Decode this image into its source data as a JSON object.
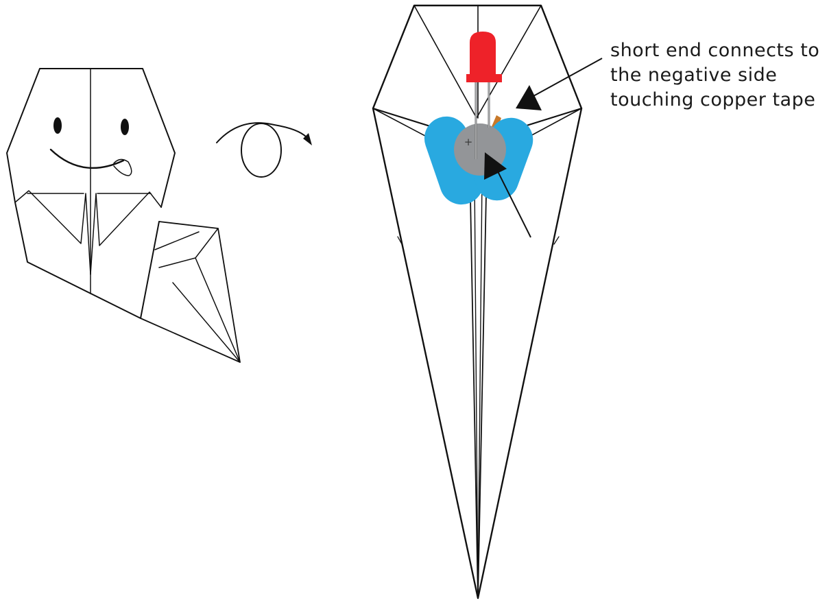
{
  "annotation": {
    "lines": [
      "short end connects to",
      "the negative side",
      "touching copper tape"
    ]
  },
  "battery": {
    "polarity_symbol": "+"
  },
  "colors": {
    "led": "#ee2229",
    "tape": "#29a9e0",
    "battery": "#939598",
    "copper": "#c8792a",
    "ink": "#111111"
  },
  "icons": [
    "ghost-origami",
    "flip-over-arrow",
    "folded-paper-cone",
    "led",
    "coin-battery",
    "tape-piece",
    "pointer-arrow"
  ]
}
